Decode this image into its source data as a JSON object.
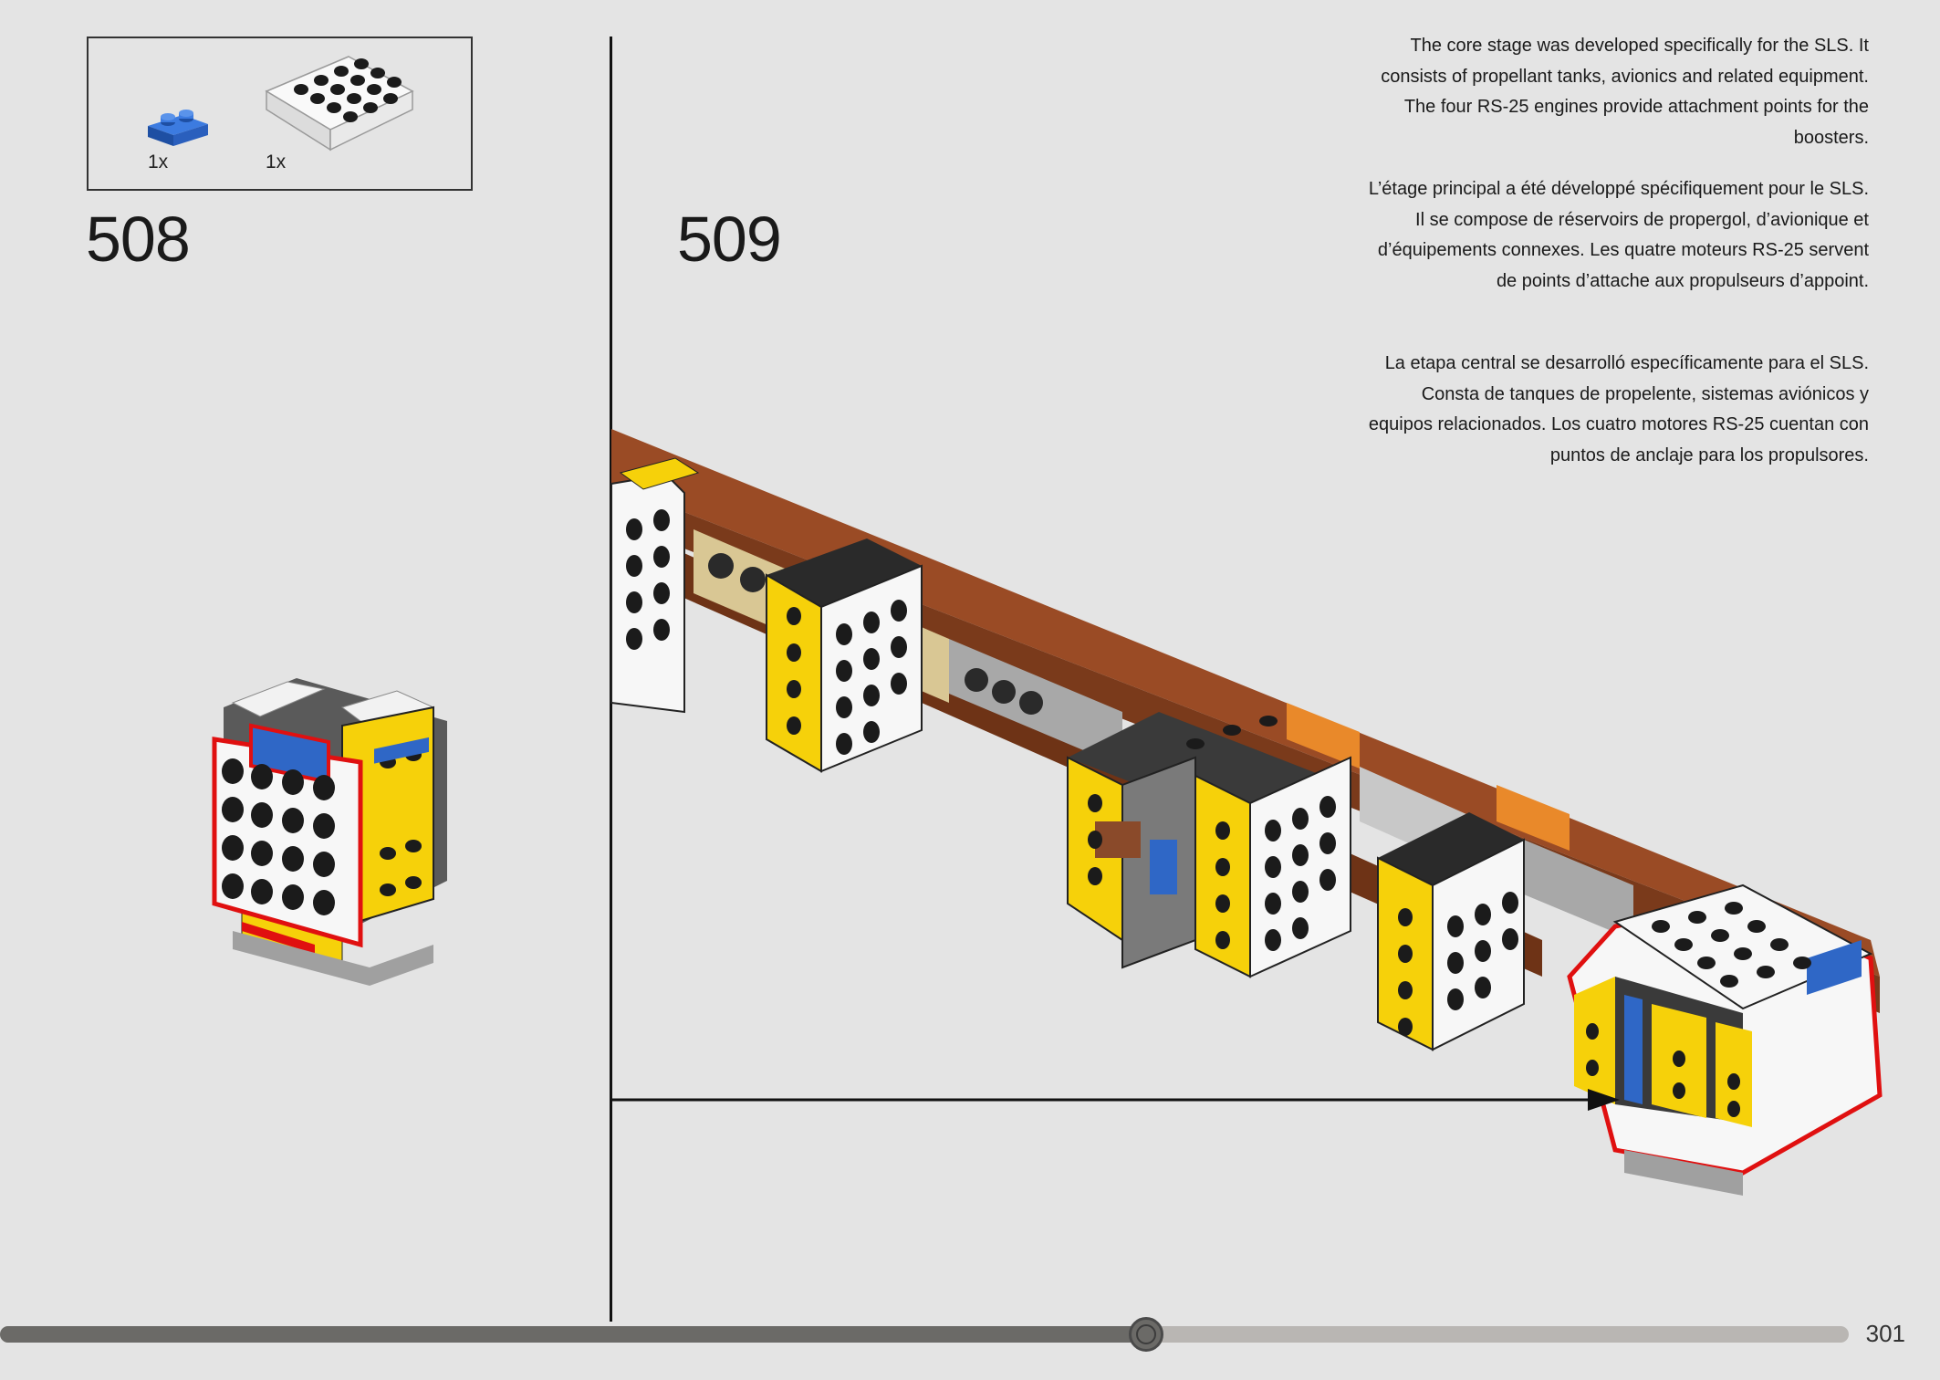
{
  "parts_callout": {
    "items": [
      {
        "qty": "1x",
        "color": "#2f67c6",
        "name": "blue-plate-1x2"
      },
      {
        "qty": "1x",
        "color": "#f4f4f4",
        "name": "white-plate-4x4"
      }
    ]
  },
  "steps": {
    "left_number": "508",
    "right_number": "509"
  },
  "description": {
    "en": "The core stage was developed specifically for the SLS. It consists of propellant tanks, avionics and related equipment. The four RS-25 engines provide attachment points for the boosters.",
    "fr": "L’étage principal a été développé spécifiquement pour le SLS. Il se compose de réservoirs de propergol, d’avionique et d’équipements connexes. Les quatre moteurs RS-25 servent de points d’attache aux propulseurs d’appoint.",
    "es": "La etapa central se desarrolló específicamente para el SLS. Consta de tanques de propelente, sistemas aviónicos y equipos relacionados. Los cuatro motores RS-25 cuentan con puntos de anclaje para los propulsores."
  },
  "footer": {
    "page_number": "301",
    "progress": 0.62
  },
  "colors": {
    "yellow": "#f6d10a",
    "white": "#f7f7f7",
    "blue": "#2f67c6",
    "red": "#e01010",
    "brown": "#9a4b25",
    "tan": "#d9c794",
    "gray": "#8e8e8e",
    "dark": "#2a2a2a"
  }
}
